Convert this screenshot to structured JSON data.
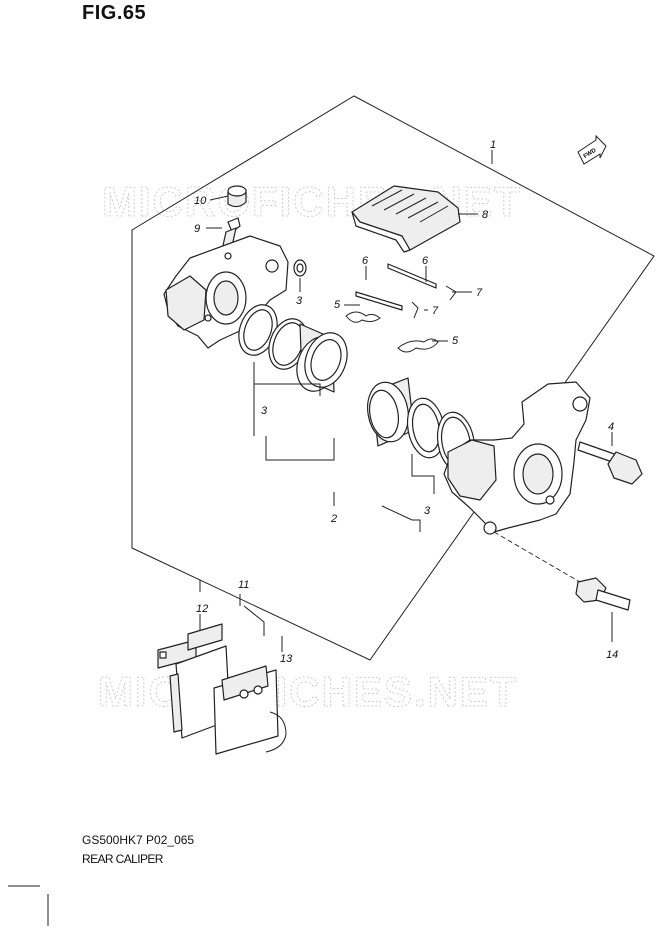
{
  "figure_title": "FIG.65",
  "watermark_text": "MICROFICHES.NET",
  "fwd_label": "FWD",
  "footer": {
    "model_code": "GS500HK7 P02_065",
    "section_name": "REAR CALIPER"
  },
  "callouts": {
    "c1": "1",
    "c2": "2",
    "c3a": "3",
    "c3b": "3",
    "c3c": "3",
    "c4": "4",
    "c5a": "5",
    "c5b": "5",
    "c6a": "6",
    "c6b": "6",
    "c7a": "7",
    "c7b": "7",
    "c8": "8",
    "c9": "9",
    "c10": "10",
    "c11": "11",
    "c12": "12",
    "c13": "13",
    "c14": "14"
  }
}
